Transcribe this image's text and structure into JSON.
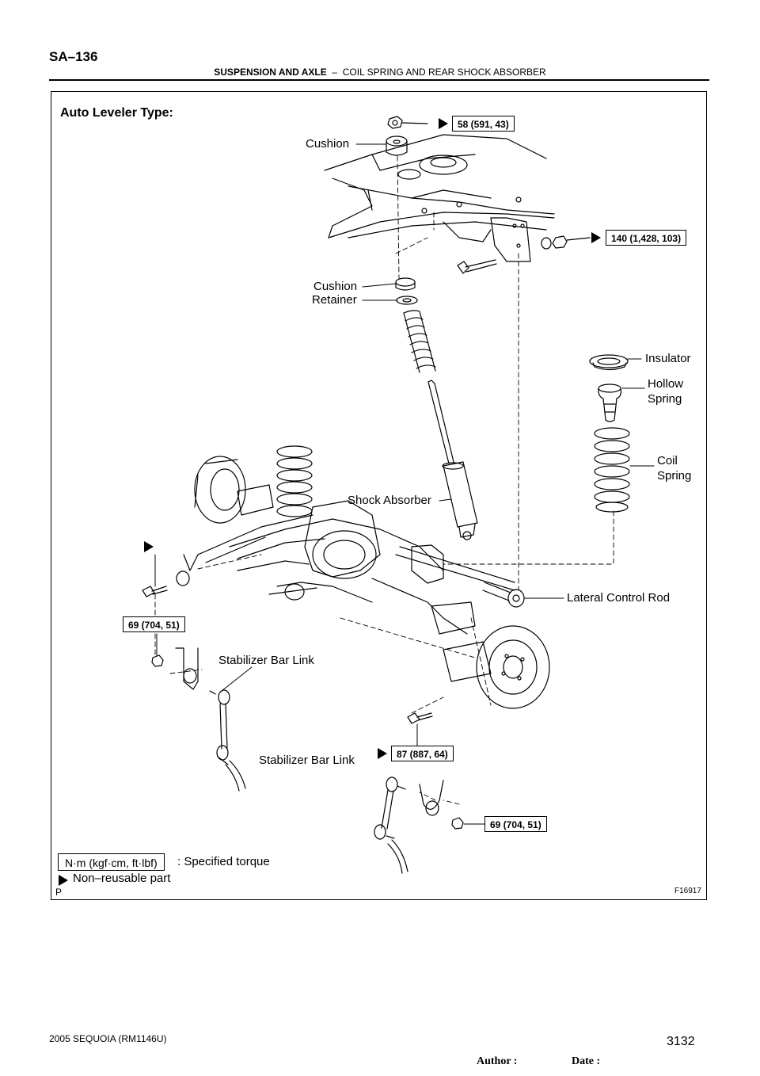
{
  "header": {
    "page_number": "SA–136",
    "section": "SUSPENSION AND AXLE",
    "separator": "–",
    "subsection": "COIL SPRING AND REAR SHOCK ABSORBER"
  },
  "diagram": {
    "title": "Auto Leveler Type:",
    "figure_code": "F16917",
    "corner_mark": "P",
    "labels": {
      "cushion_top": "Cushion",
      "cushion_mid": "Cushion",
      "retainer": "Retainer",
      "insulator": "Insulator",
      "hollow_spring": "Hollow\nSpring",
      "coil_spring": "Coil\nSpring",
      "shock_absorber": "Shock Absorber",
      "lateral_control_rod": "Lateral Control Rod",
      "stabilizer_bar_link_upper": "Stabilizer Bar Link",
      "stabilizer_bar_link_lower": "Stabilizer Bar Link"
    },
    "torques": {
      "top_nut": "58 (591, 43)",
      "lateral_rod": "140 (1,428, 103)",
      "left_link": "69 (704, 51)",
      "lower_bolt": "87 (887, 64)",
      "right_link": "69 (704, 51)"
    },
    "legend": {
      "unit_box": "N·m (kgf·cm, ft·lbf)",
      "unit_desc": ": Specified torque",
      "nonreusable": "Non–reusable part"
    }
  },
  "footer": {
    "model": "2005 SEQUOIA   (RM1146U)",
    "author": "Author :",
    "date": "Date :",
    "page": "3132"
  }
}
